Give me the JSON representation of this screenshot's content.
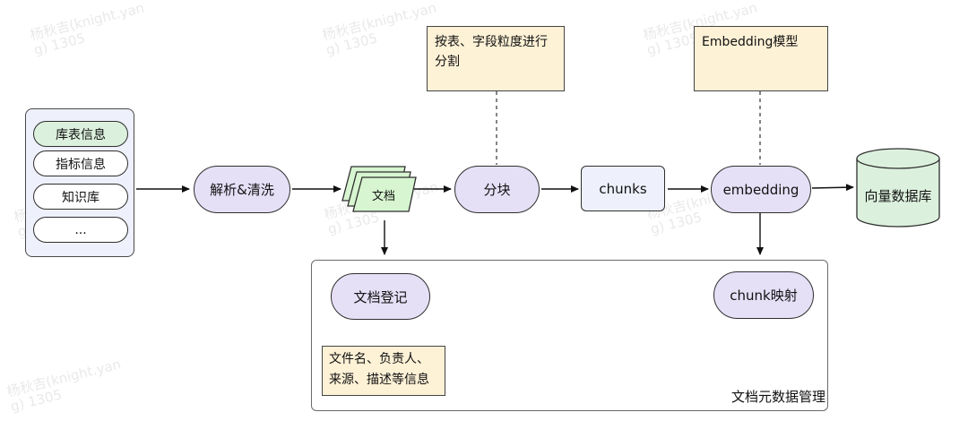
{
  "watermark": {
    "line1": "杨秋吉(knight.yan",
    "line2": "g) 1305"
  },
  "sources": {
    "items": [
      "库表信息",
      "指标信息",
      "知识库",
      "..."
    ]
  },
  "nodes": {
    "parse": "解析&清洗",
    "docs": "文档",
    "split": "分块",
    "chunks": "chunks",
    "embedding": "embedding",
    "vector_db": "向量数据库",
    "doc_register": "文档登记",
    "chunk_mapping": "chunk映射"
  },
  "notes": {
    "split_note": "按表、字段粒度进行分割",
    "embedding_note": "Embedding模型",
    "register_note": "文件名、负责人、来源、描述等信息"
  },
  "meta_section": {
    "title": "文档元数据管理"
  },
  "colors": {
    "lavender": "#e6e0f7",
    "light_blue": "#eef0fb",
    "green": "#dcf1dd",
    "note_yellow": "#fdf1d6",
    "doc_green": "#d7f5d0"
  }
}
